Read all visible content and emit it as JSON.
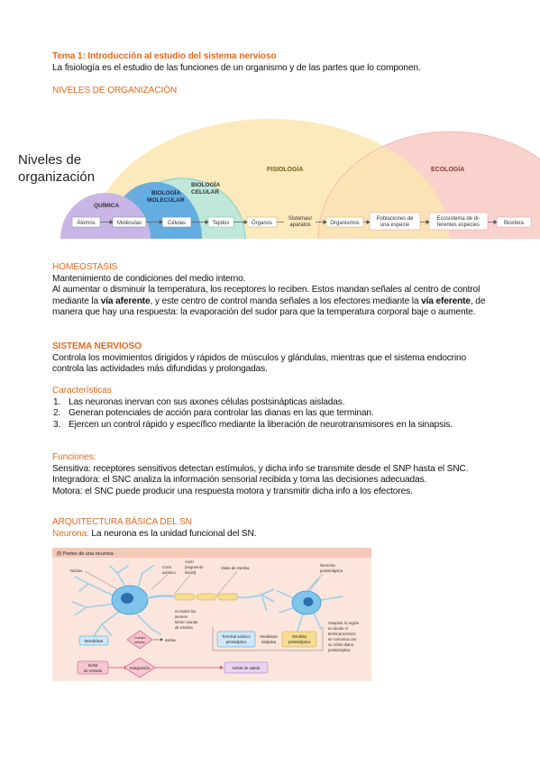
{
  "intro": {
    "title": "Tema 1: Introducción al estudio del sistema nervioso",
    "definition": "La fisiología es el estudio de las funciones de un organismo y de las partes que lo componen.",
    "levels_heading": "NIVELES DE ORGANIZACIÓN"
  },
  "levels_figure": {
    "title_line1": "Niveles de",
    "title_line2": "organización",
    "arc_labels": {
      "quimica": "QUÍMICA",
      "bio_molecular_1": "BIOLOGÍA",
      "bio_molecular_2": "MOLECULAR",
      "bio_celular_1": "BIOLOGÍA",
      "bio_celular_2": "CELULAR",
      "fisiologia": "FISIOLOGÍA",
      "ecologia": "ECOLOGÍA"
    },
    "steps": [
      "Átomos",
      "Moléculas",
      "Células",
      "Tejidos",
      "Órganos",
      "Sistemas/ aparatos",
      "Organismos",
      "Poblaciones de una especie",
      "Ecosistema de diferentes especies",
      "Biosfera"
    ],
    "colors": {
      "quimica": "#c9b6e6",
      "molecular": "#5aa6e0",
      "celular": "#bfe7da",
      "fisiologia": "#fbe6b0",
      "ecologia": "#f8c9c4"
    }
  },
  "homeostasis": {
    "heading": "HOMEOSTASIS",
    "line1": "Mantenimiento de condiciones del medio interno.",
    "p1": "Al aumentar o disminuir la temperatura, los receptores lo reciben. Estos mandan señales al centro de control mediante la ",
    "via_aferente": "vía aferente",
    "p2": ", y este centro de control manda señales a los efectores mediante la ",
    "via_eferente": "vía eferente",
    "p3": ", de manera que hay una respuesta: la evaporación del sudor para que la temperatura corporal baje o aumente."
  },
  "sistema": {
    "heading": "SISTEMA NERVIOSO",
    "text": "Controla los movimientos dirigidos y rápidos de músculos y glándulas, mientras que el sistema endocrino controla las actividades más difundidas y prolongadas."
  },
  "caracteristicas": {
    "heading": "Características",
    "items": [
      {
        "num": "1.",
        "text": "Las neuronas inervan con sus axones células postsinápticas aisladas."
      },
      {
        "num": "2.",
        "text": "Generan potenciales de acción para controlar las dianas en las que terminan."
      },
      {
        "num": "3.",
        "text": "Ejercen un control rápido y específico mediante la liberación de neurotransmisores en la sinapsis."
      }
    ]
  },
  "funciones": {
    "heading": "Funciones:",
    "sensitiva": "Sensitiva: receptores sensitivos detectan estímulos, y dicha info se transmite desde el SNP hasta el SNC.",
    "integradora": "Integradora: el SNC analiza la información sensorial recibida y toma las decisiones adecuadas.",
    "motora": "Motora: el SNC puede producir una respuesta motora y transmitir dicha info a los efectores."
  },
  "arquitectura": {
    "heading": "ARQUITECTURA BÁSICA DEL SN",
    "neurona_label": "Neurona:",
    "neurona_text": " La neurona es la unidad funcional del SN."
  },
  "neuron_figure": {
    "title": "(f) Partes de una neurona",
    "nucleo": "Núcleo",
    "cono_1": "Cono",
    "cono_2": "axónico",
    "axon_1": "Axón",
    "axon_2": "(segmento",
    "axon_3": "inicial)",
    "vaina": "Vaina de mielina",
    "neurona_post_1": "Neurona",
    "neurona_post_2": "postsináptica",
    "no_todos_1": "no todos los",
    "no_todos_2": "axones",
    "no_todos_3": "tienen vainas",
    "no_todos_4": "de mielina",
    "dendritas": "Dendritas",
    "cuerpo_1": "Cuerpo",
    "cuerpo_2": "celular",
    "soma": "soma",
    "terminal_1": "Terminal axónico",
    "terminal_2": "presináptico",
    "hendidura_1": "Hendidura",
    "hendidura_2": "sináptica",
    "dendrita_post_1": "Dendrita",
    "dendrita_post_2": "postsináptica",
    "sinapsis_1": "Sinapsis: la región",
    "sinapsis_2": "en donde el",
    "sinapsis_3": "terminal axónico",
    "sinapsis_4": "se comunica con",
    "sinapsis_5": "su célula diana",
    "sinapsis_6": "postsináptica",
    "senal_entrada_1": "Señal",
    "senal_entrada_2": "de entrada",
    "integracion": "Integración",
    "senal_salida": "Señal de salida"
  }
}
